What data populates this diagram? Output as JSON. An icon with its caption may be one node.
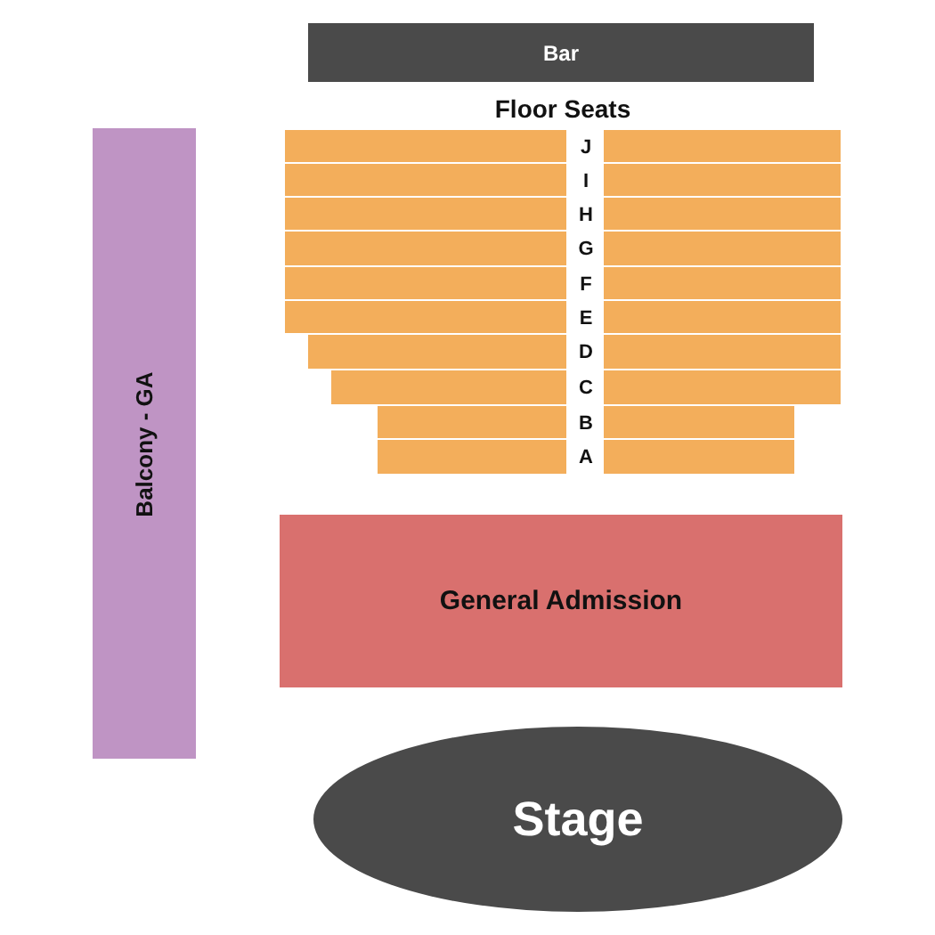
{
  "diagram": {
    "nodes": [
      {
        "text": [
          "Bar"
        ]
      },
      {
        "text": [
          "Balcony - GA"
        ]
      },
      {
        "text": [],
        "shape": "box"
      },
      {
        "text": [],
        "shape": "box"
      },
      {
        "text": [],
        "shape": "box"
      },
      {
        "text": [],
        "shape": "box"
      },
      {
        "text": [],
        "shape": "box"
      },
      {
        "text": [],
        "shape": "box"
      },
      {
        "text": [],
        "shape": "box"
      },
      {
        "text": [],
        "shape": "box"
      },
      {
        "text": [],
        "shape": "box"
      },
      {
        "text": [],
        "shape": "box"
      },
      {
        "text": [],
        "shape": "box"
      },
      {
        "text": [],
        "shape": "box"
      },
      {
        "text": [],
        "shape": "box"
      },
      {
        "text": [],
        "shape": "box"
      },
      {
        "text": [],
        "shape": "box"
      },
      {
        "text": [],
        "shape": "box"
      },
      {
        "text": [],
        "shape": "box"
      },
      {
        "text": [],
        "shape": "box"
      },
      {
        "text": [],
        "shape": "box"
      },
      {
        "text": [],
        "shape": "box"
      },
      {
        "text": [
          "General Admission"
        ]
      },
      {
        "text": [
          "Stage"
        ]
      }
    ],
    "labels": [
      "Floor Seats",
      "J",
      "I",
      "H",
      "G",
      "F",
      "E",
      "D",
      "C",
      "B",
      "A"
    ]
  }
}
